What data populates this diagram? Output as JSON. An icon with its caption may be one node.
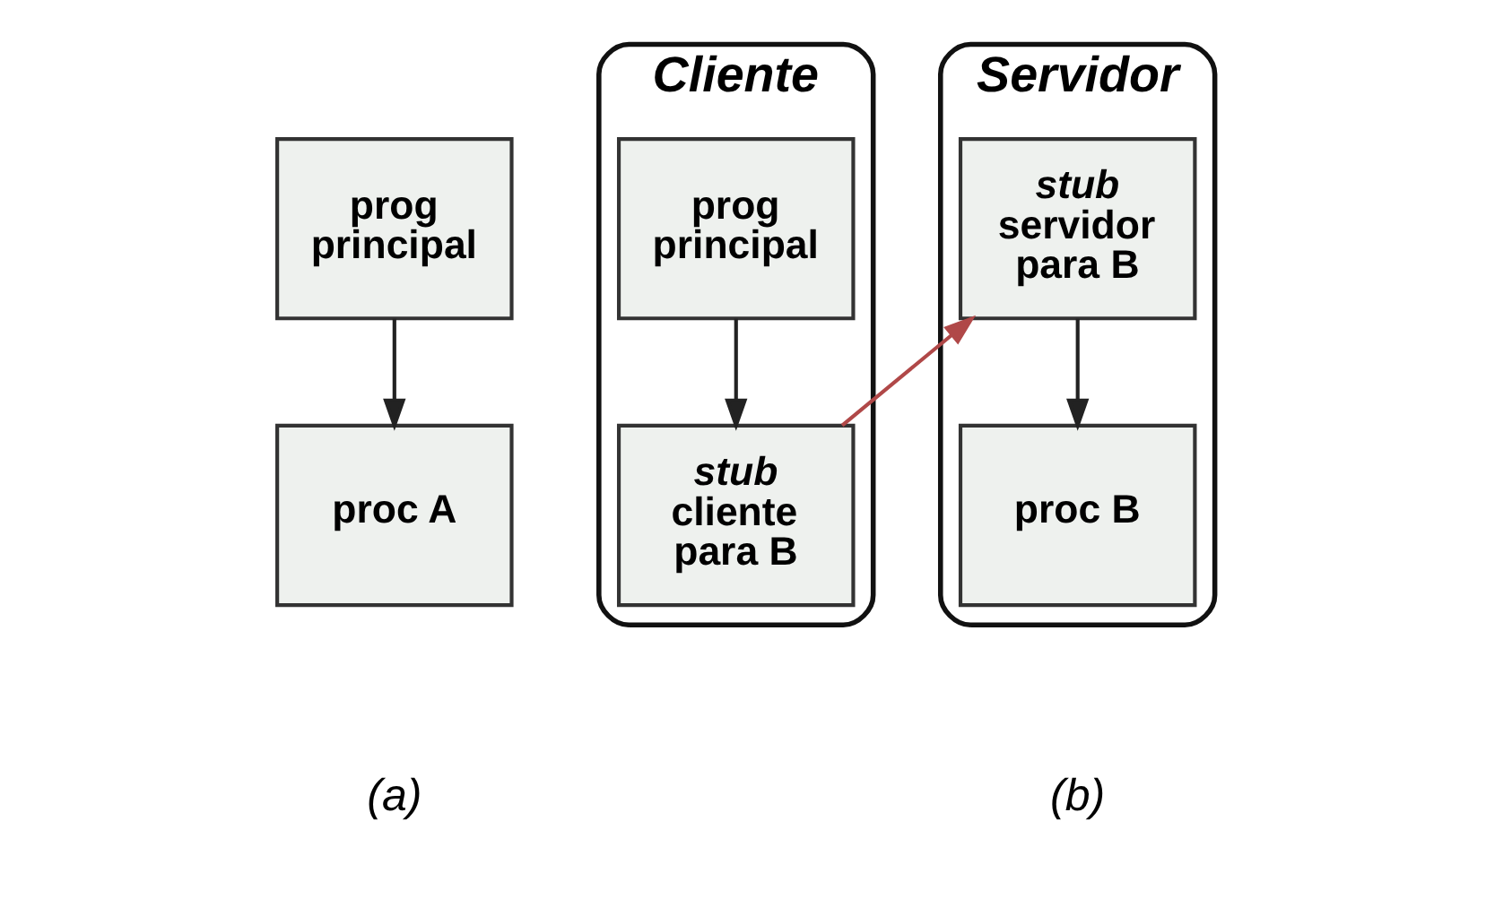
{
  "diagram": {
    "nodes": [
      {
        "text": [
          "prog principal"
        ]
      },
      {
        "text": [
          "proc A"
        ]
      },
      {
        "text": [
          "Cliente"
        ]
      },
      {
        "text": [
          "prog principal"
        ],
        "in": 2
      },
      {
        "text": [
          "*stub* cliente para B"
        ],
        "in": 2
      },
      {
        "text": [
          "Servidor"
        ]
      },
      {
        "text": [
          "*stub* servidor para B"
        ],
        "in": 5
      },
      {
        "text": [
          "proc B"
        ],
        "in": 5
      }
    ],
    "edges": [
      {
        "from": 0,
        "to": 1,
        "arrow": "to"
      },
      {
        "from": 3,
        "to": 4,
        "arrow": "to"
      },
      {
        "from": 4,
        "to": 6,
        "arrow": "to",
        "color": "#b04848"
      },
      {
        "from": 6,
        "to": 7,
        "arrow": "to"
      }
    ],
    "labels": [
      "(a)",
      "(b)"
    ]
  }
}
